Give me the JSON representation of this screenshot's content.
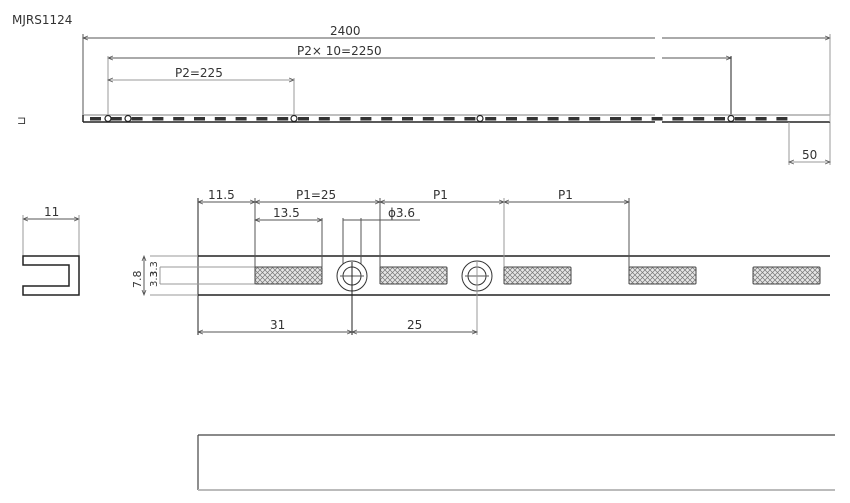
{
  "title": "MJRS1124",
  "top_view": {
    "overall_length": "2400",
    "pitch_total": "P2× 10=2250",
    "pitch_single": "P2=225",
    "end_offset": "50",
    "side_symbol": "⊐"
  },
  "section_view": {
    "width": "11"
  },
  "detail_view": {
    "edge_offset": "11.5",
    "pitch_label": "P1=25",
    "pitch_repeat_1": "P1",
    "pitch_repeat_2": "P1",
    "slot_length": "13.5",
    "hole_diameter": "ϕ3.6",
    "height": "7.8",
    "slot_height_upper": "3.3",
    "slot_height_lower": "3.3",
    "hole_offset": "31",
    "hole_pitch": "25"
  },
  "colors": {
    "line": "#222222",
    "dimension": "#555555",
    "hatch": "#888888",
    "background": "#ffffff"
  }
}
